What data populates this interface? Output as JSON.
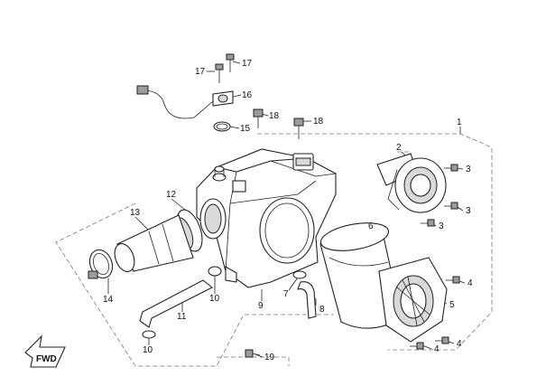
{
  "callouts": [
    {
      "id": "c1",
      "text": "1"
    },
    {
      "id": "c2",
      "text": "2"
    },
    {
      "id": "c3a",
      "text": "3"
    },
    {
      "id": "c3b",
      "text": "3"
    },
    {
      "id": "c3c",
      "text": "3"
    },
    {
      "id": "c4a",
      "text": "4"
    },
    {
      "id": "c4b",
      "text": "4"
    },
    {
      "id": "c4c",
      "text": "4"
    },
    {
      "id": "c5",
      "text": "5"
    },
    {
      "id": "c6",
      "text": "6"
    },
    {
      "id": "c7",
      "text": "7"
    },
    {
      "id": "c8",
      "text": "8"
    },
    {
      "id": "c9",
      "text": "9"
    },
    {
      "id": "c10a",
      "text": "10"
    },
    {
      "id": "c10b",
      "text": "10"
    },
    {
      "id": "c11",
      "text": "11"
    },
    {
      "id": "c12",
      "text": "12"
    },
    {
      "id": "c13",
      "text": "13"
    },
    {
      "id": "c14",
      "text": "14"
    },
    {
      "id": "c15",
      "text": "15"
    },
    {
      "id": "c16",
      "text": "16"
    },
    {
      "id": "c17a",
      "text": "17"
    },
    {
      "id": "c17b",
      "text": "17"
    },
    {
      "id": "c18a",
      "text": "18"
    },
    {
      "id": "c18b",
      "text": "18"
    },
    {
      "id": "c19",
      "text": "19"
    }
  ],
  "fwd_badge": {
    "text": "FWD",
    "icon": "forward-arrow-icon"
  },
  "colors": {
    "line": "#222222",
    "dash": "#777777",
    "fill_light": "#d9d9d9",
    "fill_dark": "#9c9c9c"
  }
}
